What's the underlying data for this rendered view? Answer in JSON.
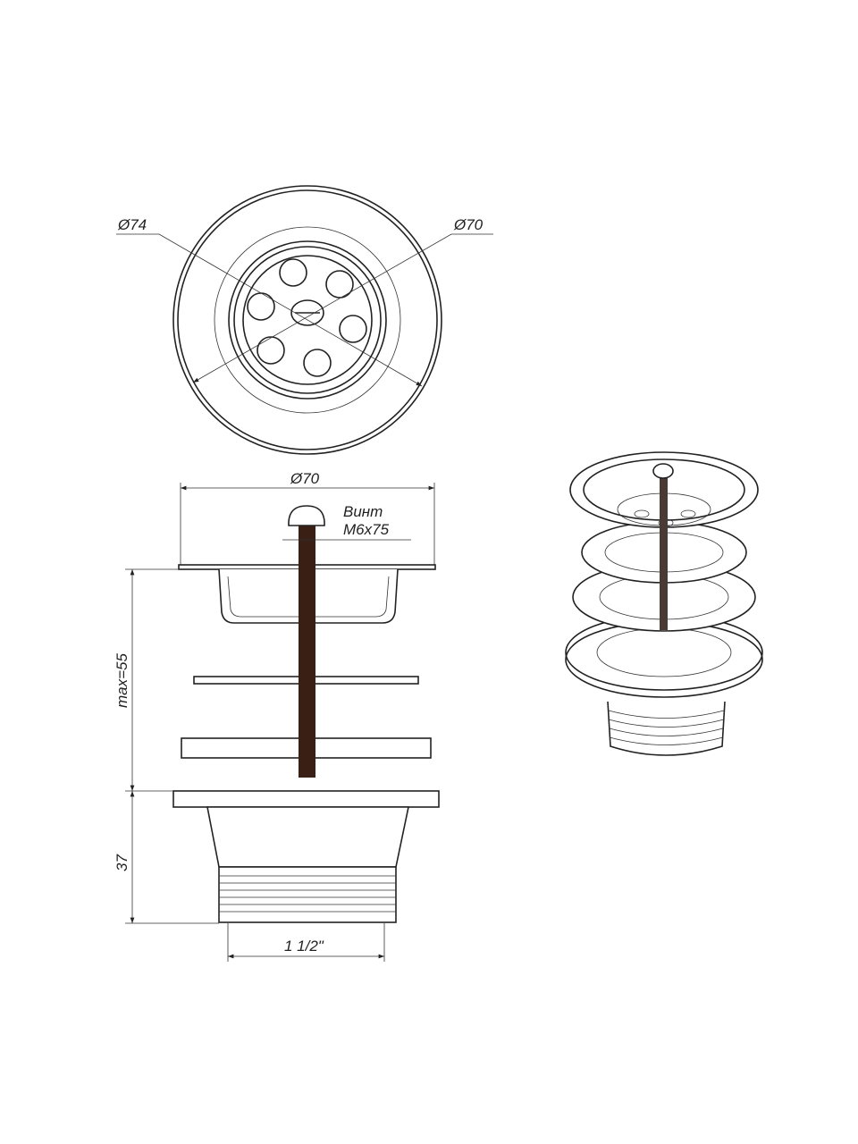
{
  "top_view": {
    "outer_diameter_label": "Ø74",
    "inner_diameter_label": "Ø70"
  },
  "side_view": {
    "flange_diameter_label": "Ø70",
    "screw_label_line1": "Винт",
    "screw_label_line2": "М6х75",
    "max_height_label": "max=55",
    "body_height_label": "37",
    "thread_label": "1 1/2\""
  },
  "colors": {
    "line": "#222222",
    "screw": "#3a1f14"
  }
}
